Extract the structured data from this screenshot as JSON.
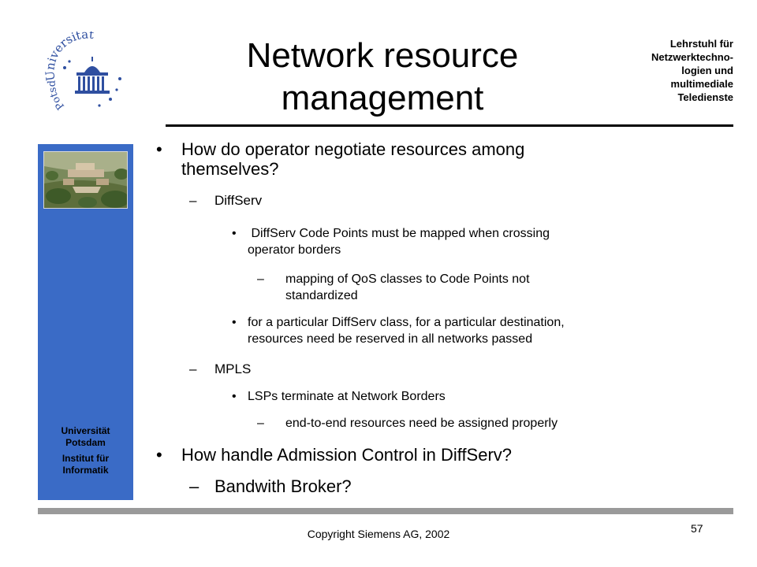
{
  "slide": {
    "title_line1": "Network resource",
    "title_line2": "management",
    "chair_line1": "Lehrstuhl für",
    "chair_line2": "Netzwerktechno-",
    "chair_line3": "logien und",
    "chair_line4": "multimediale",
    "chair_line5": "Teledienste"
  },
  "logo": {
    "text": "Universität Potsdam"
  },
  "sidebar": {
    "uni_line1": "Universität",
    "uni_line2": "Potsdam",
    "inst_line1": "Institut  für",
    "inst_line2": "Informatik",
    "color": "#3a6bc6"
  },
  "content": {
    "b1_marker": "•",
    "b1_line1": "How do operator negotiate resources among",
    "b1_line2": "themselves?",
    "d1_marker": "–",
    "d1_text": "DiffServ",
    "s1_marker": "•",
    "s1_line1": " DiffServ Code Points must be mapped when crossing",
    "s1_line2": "operator borders",
    "t1_marker": "–",
    "t1_line1": "mapping of QoS classes to Code Points not",
    "t1_line2": "standardized",
    "s2_marker": "•",
    "s2_line1": "for a particular DiffServ class, for a particular destination,",
    "s2_line2": "resources need be reserved in all networks passed",
    "d2_marker": "–",
    "d2_text": "MPLS",
    "s3_marker": "•",
    "s3_text": "LSPs terminate at Network Borders",
    "t2_marker": "–",
    "t2_text": "end-to-end resources need be assigned properly",
    "b2_marker": "•",
    "b2_text": "How handle Admission Control in DiffServ?",
    "d3_marker": "–",
    "d3_text": "Bandwith Broker?"
  },
  "footer": {
    "copyright": "Copyright Siemens AG, 2002",
    "page_number": "57"
  }
}
